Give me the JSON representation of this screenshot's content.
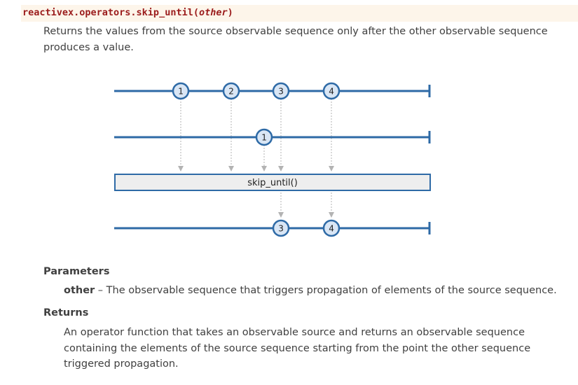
{
  "signature": {
    "prefix": "reactivex.operators.skip_until(",
    "param": "other",
    "suffix": ")"
  },
  "description": "Returns the values from the source observable sequence only after the other observable sequence produces a value.",
  "diagram": {
    "source_values": [
      "1",
      "2",
      "3",
      "4"
    ],
    "other_values": [
      "1"
    ],
    "operator_label": "skip_until()",
    "result_values": [
      "3",
      "4"
    ],
    "colors": {
      "line": "#2e6aa6",
      "marble_fill": "#d9e6f5",
      "arrow": "#b3b3b3",
      "operator_box": "#eeeeee"
    }
  },
  "parameters": {
    "heading": "Parameters",
    "items": [
      {
        "name": "other",
        "separator": " – ",
        "text": "The observable sequence that triggers propagation of elements of the source sequence."
      }
    ]
  },
  "returns": {
    "heading": "Returns",
    "text": "An operator function that takes an observable source and returns an observable sequence containing the elements of the source sequence starting from the point the other sequence triggered propagation."
  }
}
